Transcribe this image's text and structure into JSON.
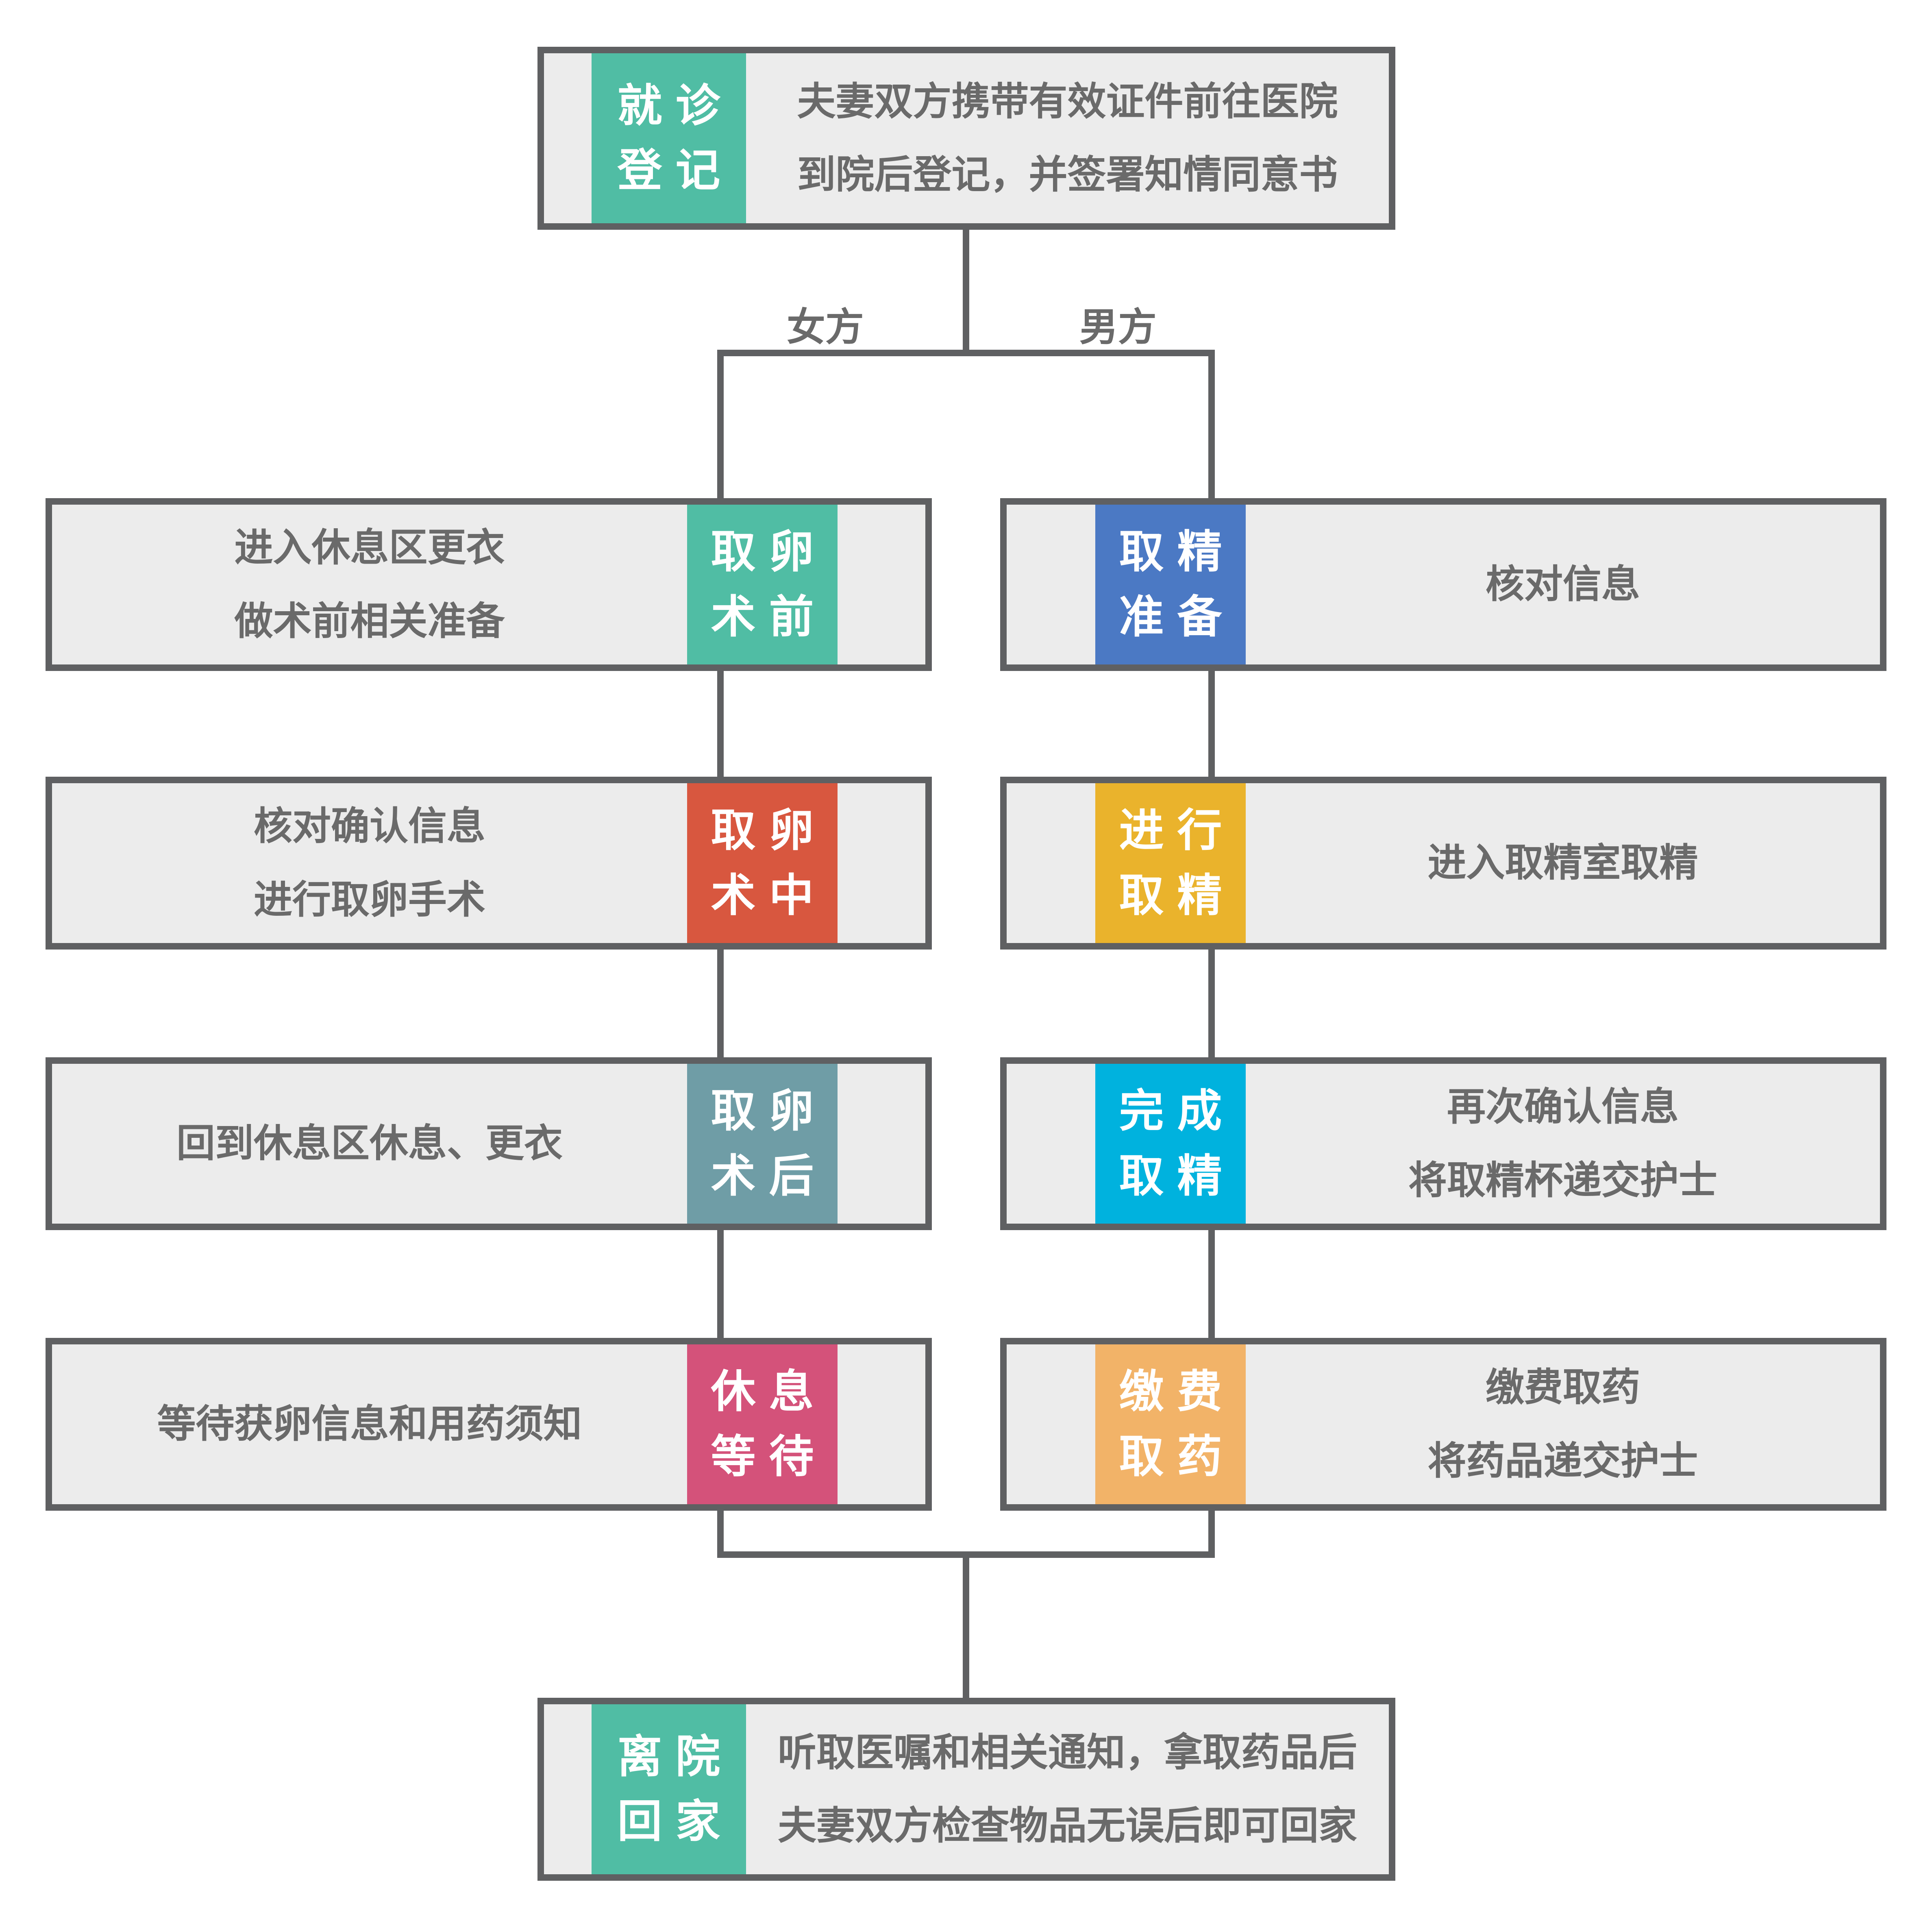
{
  "colors": {
    "green": "#50BDA4",
    "blue": "#4B79C4",
    "red": "#D8573F",
    "yellow": "#EAB32C",
    "slate_teal": "#6F9DA6",
    "cyan": "#00B2DE",
    "pink": "#D4527A",
    "orange": "#F2B368",
    "line_gray": "#5F6062",
    "box_fill": "#ECECEC",
    "text_gray": "#6A6A6A"
  },
  "top_box": {
    "label_lines": [
      "就诊",
      "登记"
    ],
    "label_color": "#50BDA4",
    "desc_lines": [
      "夫妻双方携带有效证件前往医院",
      "到院后登记，并签署知情同意书"
    ]
  },
  "branch_labels": {
    "left": "女方",
    "right": "男方"
  },
  "left_column": [
    {
      "label_lines": [
        "取卵",
        "术前"
      ],
      "label_color": "#50BDA4",
      "desc_lines": [
        "进入休息区更衣",
        "做术前相关准备"
      ]
    },
    {
      "label_lines": [
        "取卵",
        "术中"
      ],
      "label_color": "#D8573F",
      "desc_lines": [
        "核对确认信息",
        "进行取卵手术"
      ]
    },
    {
      "label_lines": [
        "取卵",
        "术后"
      ],
      "label_color": "#6F9DA6",
      "desc_lines": [
        "回到休息区休息、更衣"
      ]
    },
    {
      "label_lines": [
        "休息",
        "等待"
      ],
      "label_color": "#D4527A",
      "desc_lines": [
        "等待获卵信息和用药须知"
      ]
    }
  ],
  "right_column": [
    {
      "label_lines": [
        "取精",
        "准备"
      ],
      "label_color": "#4B79C4",
      "desc_lines": [
        "核对信息"
      ]
    },
    {
      "label_lines": [
        "进行",
        "取精"
      ],
      "label_color": "#EAB32C",
      "desc_lines": [
        "进入取精室取精"
      ]
    },
    {
      "label_lines": [
        "完成",
        "取精"
      ],
      "label_color": "#00B2DE",
      "desc_lines": [
        "再次确认信息",
        "将取精杯递交护士"
      ]
    },
    {
      "label_lines": [
        "缴费",
        "取药"
      ],
      "label_color": "#F2B368",
      "desc_lines": [
        "缴费取药",
        "将药品递交护士"
      ]
    }
  ],
  "bottom_box": {
    "label_lines": [
      "离院",
      "回家"
    ],
    "label_color": "#50BDA4",
    "desc_lines": [
      "听取医嘱和相关通知，拿取药品后",
      "夫妻双方检查物品无误后即可回家"
    ]
  }
}
